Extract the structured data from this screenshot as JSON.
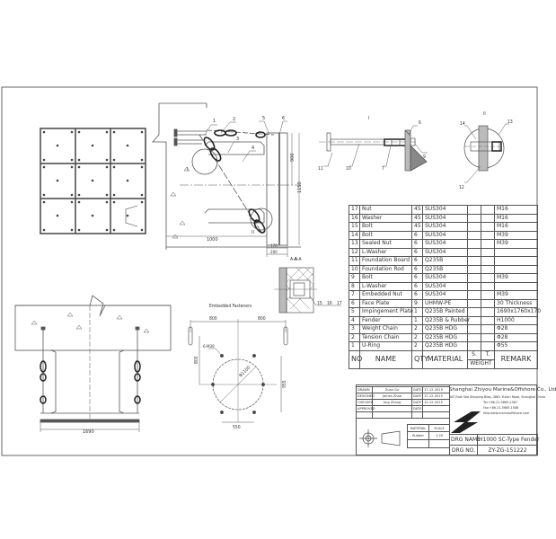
{
  "drawing": {
    "title_views": {
      "section_aa": "A-A",
      "detail_1": "I",
      "detail_2": "II",
      "embedded_fasteners": "Embedded Fasteners"
    },
    "dimensions": {
      "side_view": {
        "d900": "900",
        "d1150": "1150",
        "d1000": "1000",
        "d170": "170",
        "d200": "200"
      },
      "front_view": {
        "d1690": "1690"
      },
      "embedded": {
        "d800_left": "800",
        "d800_right": "800",
        "d800_vertical": "800",
        "d955": "955",
        "d550": "550",
        "diameter": "Φ1100",
        "bolt_callout": "6-M39"
      }
    },
    "balloons": {
      "side_view": [
        "1",
        "2",
        "3",
        "4",
        "5",
        "6",
        "I",
        "II"
      ],
      "detail_1": [
        "6",
        "7",
        "8",
        "9",
        "10",
        "11"
      ],
      "detail_2": [
        "12",
        "13",
        "14"
      ],
      "section_aa": [
        "15",
        "16",
        "17"
      ]
    }
  },
  "parts_table": {
    "headers": {
      "no": "NO",
      "name": "NAME",
      "qty": "QTY",
      "material": "MATERIAL",
      "s": "S.",
      "t": "T.",
      "weight": "WEIGHT",
      "remark": "REMARK"
    },
    "rows": [
      {
        "no": "17",
        "name": "Nut",
        "qty": "45",
        "material": "SUS304",
        "remark": "M16"
      },
      {
        "no": "16",
        "name": "Washer",
        "qty": "45",
        "material": "SUS304",
        "remark": "M16"
      },
      {
        "no": "15",
        "name": "Bolt",
        "qty": "45",
        "material": "SUS304",
        "remark": "M16"
      },
      {
        "no": "14",
        "name": "Bolt",
        "qty": "6",
        "material": "SUS304",
        "remark": "M39"
      },
      {
        "no": "13",
        "name": "Sealed Nut",
        "qty": "6",
        "material": "SUS304",
        "remark": "M39"
      },
      {
        "no": "12",
        "name": "L-Washer",
        "qty": "6",
        "material": "SUS304",
        "remark": ""
      },
      {
        "no": "11",
        "name": "Foundation Board",
        "qty": "6",
        "material": "Q235B",
        "remark": ""
      },
      {
        "no": "10",
        "name": "Foundation Rod",
        "qty": "6",
        "material": "Q235B",
        "remark": ""
      },
      {
        "no": "9",
        "name": "Bolt",
        "qty": "6",
        "material": "SUS304",
        "remark": "M39"
      },
      {
        "no": "8",
        "name": "L-Washer",
        "qty": "6",
        "material": "SUS304",
        "remark": ""
      },
      {
        "no": "7",
        "name": "Embedded Nut",
        "qty": "6",
        "material": "SUS304",
        "remark": "M39"
      },
      {
        "no": "6",
        "name": "Face Plate",
        "qty": "9",
        "material": "UHMW-PE",
        "remark": "30 Thickness"
      },
      {
        "no": "5",
        "name": "Impingement Plate",
        "qty": "1",
        "material": "Q235B Painted",
        "remark": "1690x1760x170"
      },
      {
        "no": "4",
        "name": "Fender",
        "qty": "1",
        "material": "Q235B & Rubber",
        "remark": "H1000"
      },
      {
        "no": "3",
        "name": "Weight Chain",
        "qty": "2",
        "material": "Q235B HDG",
        "remark": "Φ28"
      },
      {
        "no": "2",
        "name": "Tension Chain",
        "qty": "2",
        "material": "Q235B HDG",
        "remark": "Φ28"
      },
      {
        "no": "1",
        "name": "U-Ring",
        "qty": "2",
        "material": "Q235B HDG",
        "remark": "Φ55"
      }
    ]
  },
  "title_block": {
    "rows": [
      {
        "role": "DRAWN",
        "person": "Zuan Gu",
        "date_label": "DATE",
        "date": "17-12-2015"
      },
      {
        "role": "DESIGNED",
        "person": "James Zhao",
        "date_label": "DATE",
        "date": "17-12-2015"
      },
      {
        "role": "CHECKED",
        "person": "Ang Zhang",
        "date_label": "DATE",
        "date": "12-12-2015"
      },
      {
        "role": "APPROVED",
        "person": "",
        "date_label": "DATE",
        "date": ""
      }
    ],
    "material_label": "MATERIAL",
    "material_value": "Rubber",
    "scale_label": "SCALE",
    "scale_value": "1:20",
    "company": {
      "name": "Shanghai Zhiyou Marine&Offshore Co., Ltd",
      "address": "10F,East Sea Shipping Bldg.,3861 Yixian Road, Shanghai China",
      "tel": "Tel:+86-21-5665-2367",
      "fax": "Fax:+86-21-5665-1588",
      "web": "http:www.marineoffshore.com"
    },
    "drg_name_label": "DRG NAME",
    "drg_name_value": "H1000 SC-Type Fender",
    "drg_no_label": "DRG NO.",
    "drg_no_value": "ZY-ZG-151222"
  },
  "colors": {
    "line": "#555555",
    "text": "#333333",
    "background": "#ffffff"
  }
}
